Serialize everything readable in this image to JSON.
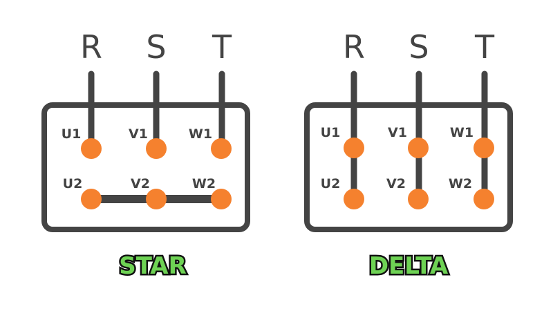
{
  "colors": {
    "wire": "#444444",
    "terminal": "#f5812e",
    "title_fill": "#6ed254",
    "title_outline": "#111111"
  },
  "diagrams": [
    {
      "title": "STAR",
      "phases": [
        "R",
        "S",
        "T"
      ],
      "top_terminals": [
        "U1",
        "V1",
        "W1"
      ],
      "bottom_terminals": [
        "U2",
        "V2",
        "W2"
      ],
      "connection": "bottom terminals bridged together"
    },
    {
      "title": "DELTA",
      "phases": [
        "R",
        "S",
        "T"
      ],
      "top_terminals": [
        "U1",
        "V1",
        "W1"
      ],
      "bottom_terminals": [
        "U2",
        "V2",
        "W2"
      ],
      "connection": "each phase links top and bottom terminal"
    }
  ]
}
